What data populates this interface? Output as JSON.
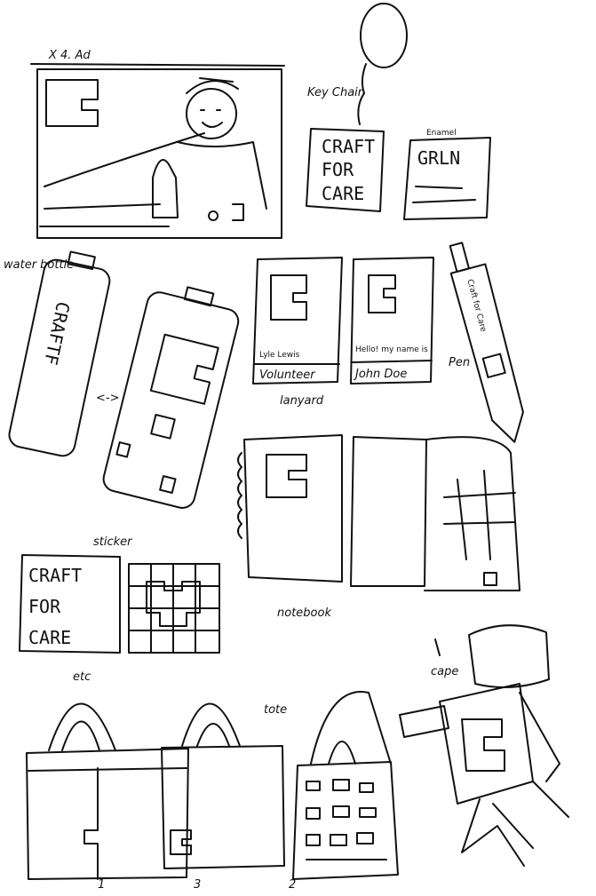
{
  "ad": {
    "label": "X 4. Ad"
  },
  "keychain": {
    "label": "Key Chain",
    "line1": "CRAFT",
    "line2": "FOR",
    "line3": "CARE"
  },
  "enamel_pin": {
    "label": "Enamel",
    "text": "GRLN"
  },
  "water_bottle": {
    "label": "water bottle",
    "text": "CRAFTF",
    "arrow": "<->"
  },
  "lanyards": {
    "label": "lanyard",
    "items": [
      {
        "name": "Lyle Lewis",
        "role": "Volunteer"
      },
      {
        "name": "Hello! my name is",
        "role": "John Doe"
      }
    ]
  },
  "pen": {
    "label": "Pen",
    "text": "Craft for Care"
  },
  "notebook": {
    "label": "notebook"
  },
  "sticker": {
    "label": "sticker",
    "line1": "CRAFT",
    "line2": "FOR",
    "line3": "CARE"
  },
  "bags": {
    "label": "etc",
    "tote_label": "tote",
    "numbers": [
      "1",
      "3",
      "2"
    ]
  },
  "cape": {
    "label": "cape"
  }
}
